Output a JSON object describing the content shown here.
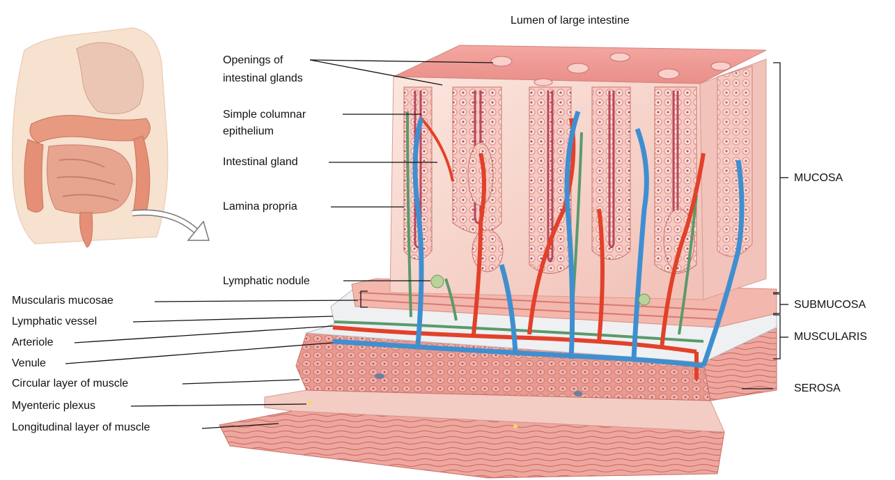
{
  "labels": {
    "lumen": "Lumen of large intestine",
    "openings_line1": "Openings of",
    "openings_line2": "intestinal glands",
    "epithelium_line1": "Simple columnar",
    "epithelium_line2": "epithelium",
    "intestinal_gland": "Intestinal gland",
    "lamina_propria": "Lamina propria",
    "lymphatic_nodule": "Lymphatic nodule",
    "muscularis_mucosae": "Muscularis mucosae",
    "lymphatic_vessel": "Lymphatic vessel",
    "arteriole": "Arteriole",
    "venule": "Venule",
    "circular_muscle": "Circular layer of muscle",
    "myenteric_plexus": "Myenteric plexus",
    "longitudinal_muscle": "Longitudinal layer of muscle",
    "mucosa": "MUCOSA",
    "submucosa": "SUBMUCOSA",
    "muscularis": "MUSCULARIS",
    "serosa": "SEROSA"
  },
  "colors": {
    "tissue": "#f2b5ae",
    "tissue_dark": "#e48f86",
    "gland_cells": "#f7d6d0",
    "artery": "#e2412a",
    "vein": "#3f8fd0",
    "lymph": "#5a9a6a",
    "muscle": "#e6897f",
    "leader": "#111111"
  }
}
